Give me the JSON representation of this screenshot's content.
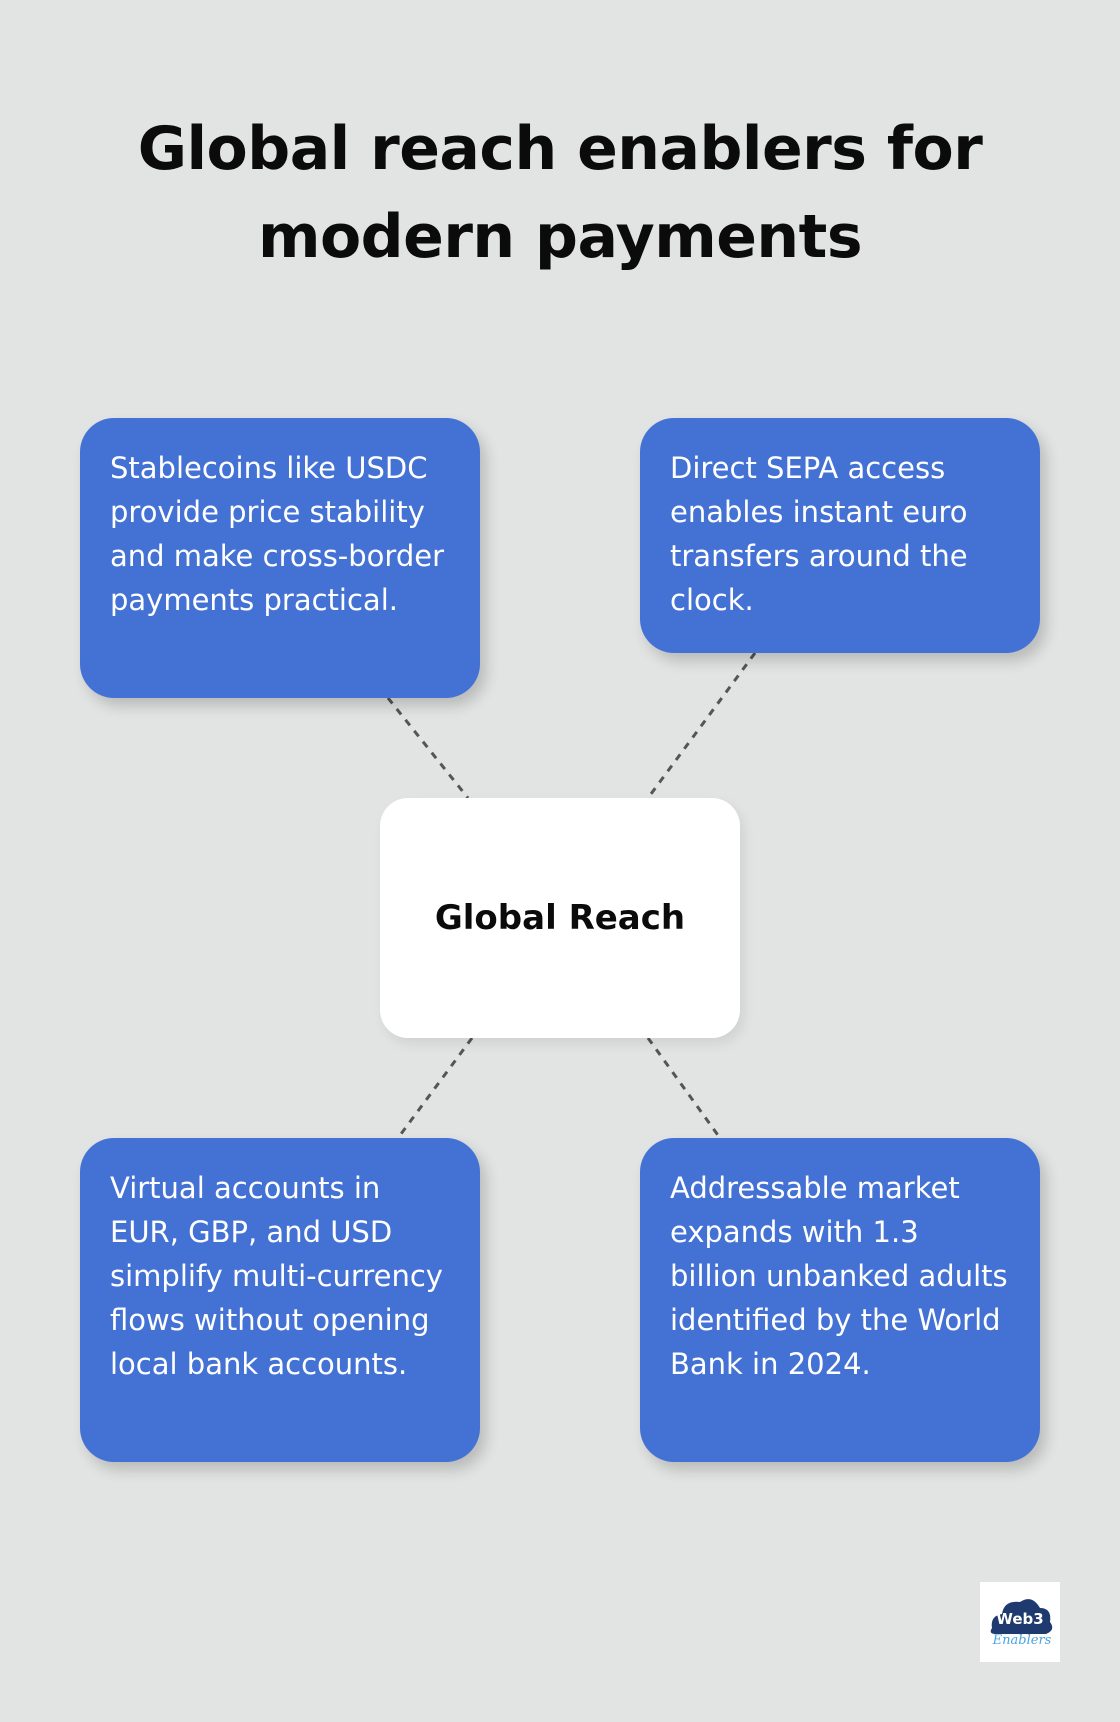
{
  "title": "Global reach enablers for modern payments",
  "center": {
    "label": "Global Reach"
  },
  "cards": [
    {
      "text": "Stablecoins like USDC provide price stability and make cross-border payments practical."
    },
    {
      "text": "Direct SEPA access enables instant euro transfers around the clock."
    },
    {
      "text": "Virtual accounts in EUR, GBP, and USD simplify multi-currency flows without opening local bank accounts."
    },
    {
      "text": "Addressable market expands with 1.3 billion unbanked adults identified by the World Bank in 2024."
    }
  ],
  "logo": {
    "text": "Web3 Enablers",
    "icon": "cloud-logo-icon"
  },
  "colors": {
    "background": "#e1e4e3",
    "card": "#4472d4",
    "center_box": "#ffffff",
    "connector": "#555555",
    "logo_dark": "#1f3a6e",
    "logo_light": "#4aa3e0"
  }
}
